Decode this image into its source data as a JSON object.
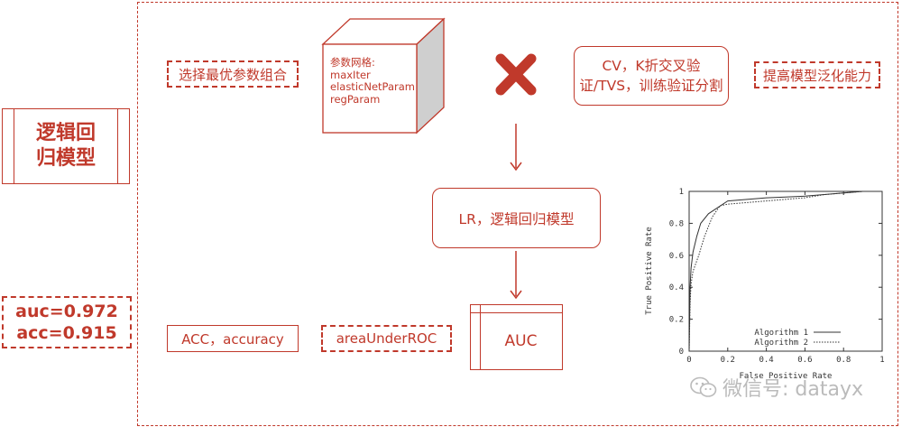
{
  "left_panel": {
    "model_label": "逻辑回归模型",
    "metrics": [
      "auc=0.972",
      "acc=0.915"
    ]
  },
  "top_row": {
    "select_best": "选择最优参数组合",
    "param_grid": "参数网格:\nmaxIter\nelasticNetParam\nregParam",
    "cross_validation": "CV，K折交叉验证/TVS，训练验证分割",
    "improve_generalization": "提高模型泛化能力"
  },
  "middle": {
    "lr_model": "LR，逻辑回归模型"
  },
  "bottom_row": {
    "acc": "ACC，accuracy",
    "area_under_roc": "areaUnderROC",
    "auc": "AUC"
  },
  "colors": {
    "accent": "#c0392b",
    "cross": "#c0392b",
    "cube_side": "#cfcfcf"
  },
  "chart_data": {
    "type": "line",
    "xlabel": "False Positive Rate",
    "ylabel": "True Positive Rate",
    "xlim": [
      0,
      1
    ],
    "ylim": [
      0,
      1
    ],
    "x_ticks": [
      "0",
      "0.2",
      "0.4",
      "0.6",
      "0.8",
      "1"
    ],
    "y_ticks": [
      "0",
      "0.2",
      "0.4",
      "0.6",
      "0.8",
      "1"
    ],
    "legend": "bottom-right",
    "series": [
      {
        "name": "Algorithm 1",
        "style": "solid",
        "x": [
          0,
          0.005,
          0.01,
          0.02,
          0.04,
          0.06,
          0.1,
          0.15,
          0.2,
          0.3,
          0.4,
          0.5,
          0.6,
          0.7,
          0.8,
          0.9,
          1
        ],
        "y": [
          0,
          0.4,
          0.52,
          0.62,
          0.72,
          0.8,
          0.86,
          0.9,
          0.94,
          0.95,
          0.96,
          0.965,
          0.97,
          0.98,
          0.99,
          1,
          1
        ]
      },
      {
        "name": "Algorithm 2",
        "style": "dotted",
        "x": [
          0,
          0.005,
          0.01,
          0.02,
          0.05,
          0.08,
          0.12,
          0.16,
          0.2,
          0.3,
          0.4,
          0.5,
          0.6,
          0.7,
          0.8,
          0.9,
          1
        ],
        "y": [
          0,
          0.3,
          0.42,
          0.5,
          0.6,
          0.72,
          0.84,
          0.91,
          0.92,
          0.93,
          0.94,
          0.95,
          0.96,
          0.98,
          0.99,
          1,
          1
        ]
      }
    ]
  },
  "watermark": {
    "text": "微信号: datayx"
  }
}
